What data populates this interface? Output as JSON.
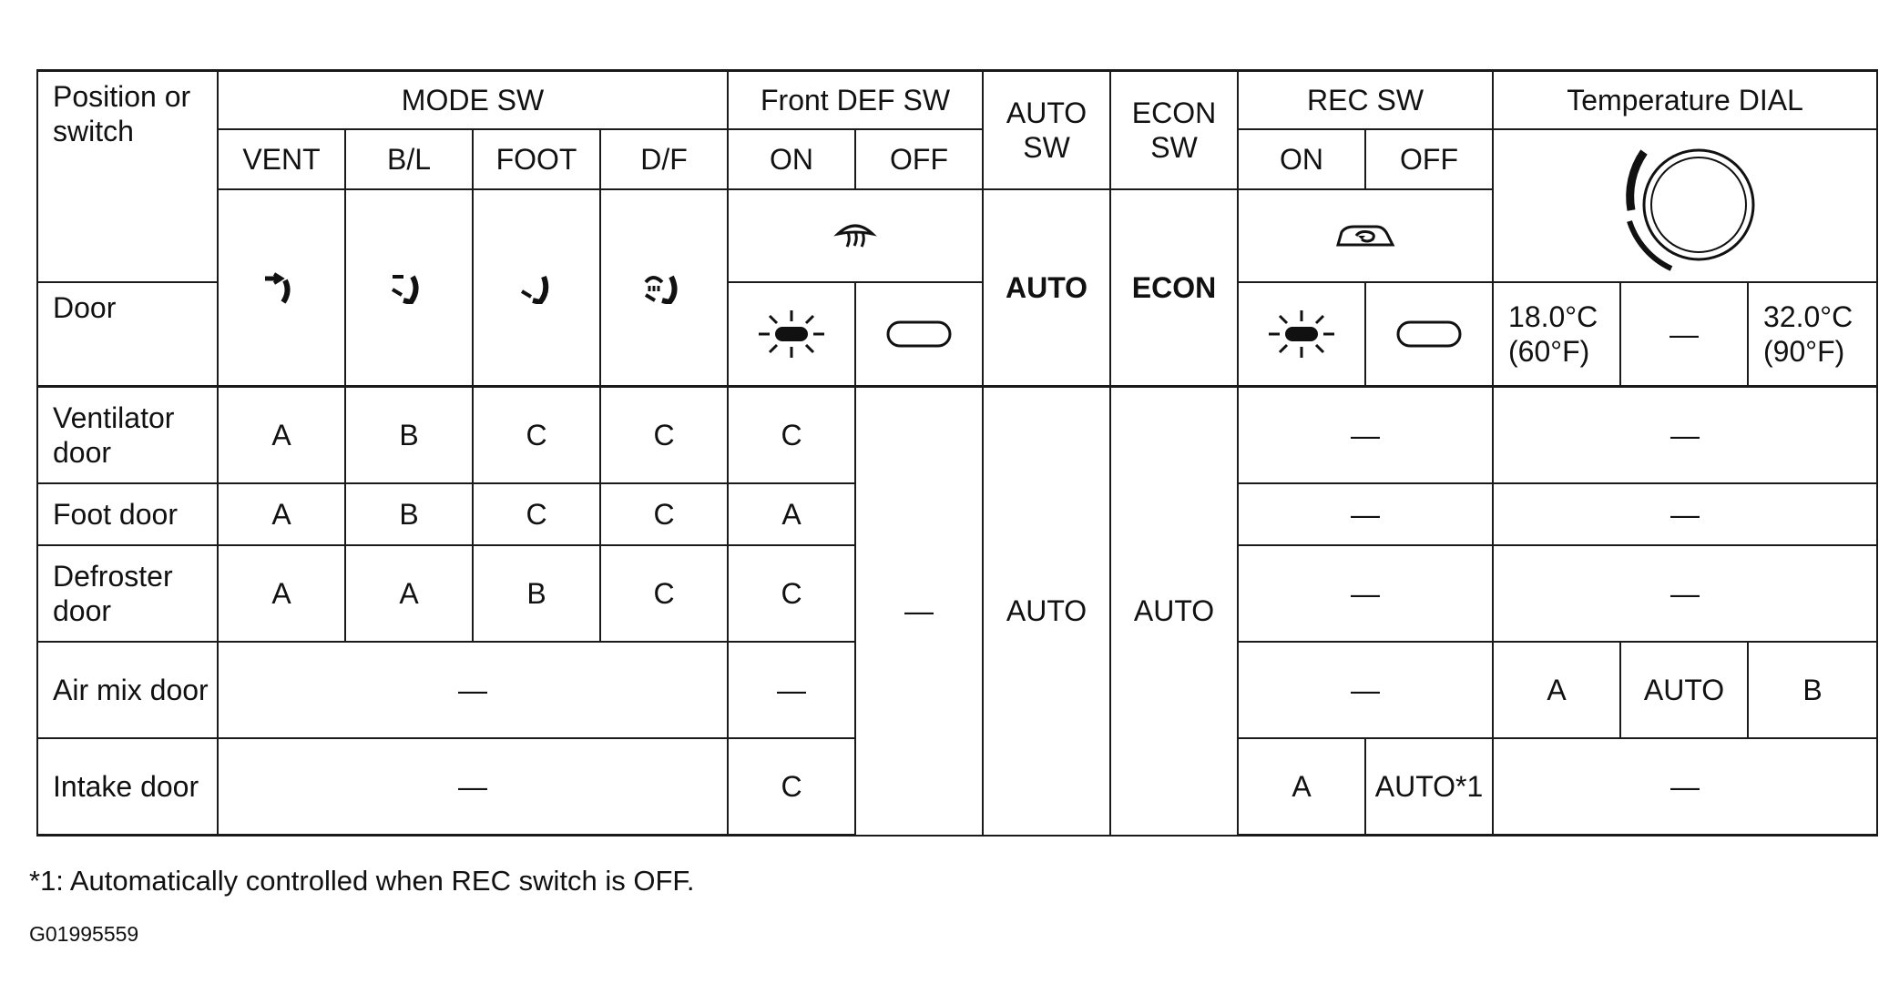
{
  "header": {
    "position_label": "Position or switch",
    "mode_sw": "MODE SW",
    "front_def_sw": "Front DEF SW",
    "auto_sw": "AUTO SW",
    "econ_sw": "ECON SW",
    "rec_sw": "REC SW",
    "temp_dial": "Temperature DIAL",
    "mode_cols": [
      "VENT",
      "B/L",
      "FOOT",
      "D/F"
    ],
    "def_cols": [
      "ON",
      "OFF"
    ],
    "rec_cols": [
      "ON",
      "OFF"
    ]
  },
  "symbols": {
    "mode_icons": [
      "vent-mode-icon",
      "bi-level-mode-icon",
      "foot-mode-icon",
      "defrost-foot-mode-icon"
    ],
    "def_icon": "front-defroster-icon",
    "rec_icon": "recirculation-icon",
    "indicator_on": "indicator-lamp-on-icon",
    "indicator_off": "indicator-lamp-off-icon",
    "dial_icon": "temperature-dial-icon",
    "auto_text": "AUTO",
    "econ_text": "ECON"
  },
  "door_label": "Door",
  "temp": {
    "low": "18.0°C",
    "low_f": "(60°F)",
    "mid": "—",
    "high": "32.0°C",
    "high_f": "(90°F)"
  },
  "rows": {
    "ventilator": {
      "label": "Ventilator door",
      "mode": [
        "A",
        "B",
        "C",
        "C"
      ],
      "def_on": "C",
      "rec": "—",
      "temp": "—"
    },
    "foot": {
      "label": "Foot door",
      "mode": [
        "A",
        "B",
        "C",
        "C"
      ],
      "def_on": "A",
      "rec": "—",
      "temp": "—"
    },
    "defroster": {
      "label": "Defroster door",
      "mode": [
        "A",
        "A",
        "B",
        "C"
      ],
      "def_on": "C",
      "rec": "—",
      "temp": "—"
    },
    "airmix": {
      "label": "Air mix door",
      "mode_span": "—",
      "def_on": "—",
      "rec": "—",
      "temp": [
        "A",
        "AUTO",
        "B"
      ]
    },
    "intake": {
      "label": "Intake door",
      "mode_span": "—",
      "def_on": "C",
      "rec_on": "A",
      "rec_off": "AUTO*1",
      "temp": "—"
    }
  },
  "merged": {
    "def_off": "—",
    "auto": "AUTO",
    "econ": "AUTO"
  },
  "footnote": "*1: Automatically controlled when REC switch is OFF.",
  "figure_id": "G01995559"
}
